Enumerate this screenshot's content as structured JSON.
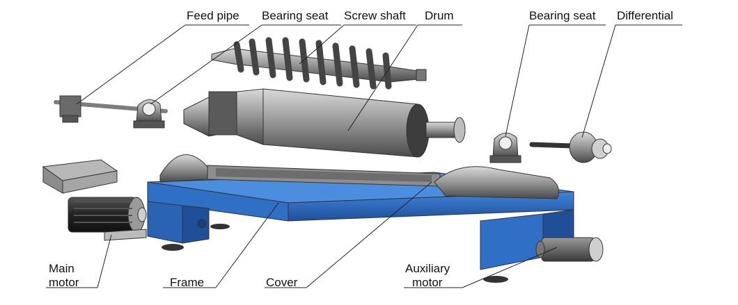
{
  "labels": {
    "feed_pipe": "Feed pipe",
    "bearing_seat_left": "Bearing seat",
    "screw_shaft": "Screw shaft",
    "drum": "Drum",
    "bearing_seat_right": "Bearing seat",
    "differential": "Differential",
    "main_motor_line1": "Main",
    "main_motor_line2": "motor",
    "frame": "Frame",
    "cover": "Cover",
    "aux_motor_line1": "Auxiliary",
    "aux_motor_line2": "motor"
  },
  "colors": {
    "frame_blue": "#2f6fc6",
    "frame_blue_dark": "#1f4f98",
    "steel": "#9a9a9a",
    "steel_dark": "#5a5a5a",
    "motor_black": "#2a2a2a",
    "leader_line": "#222222"
  }
}
